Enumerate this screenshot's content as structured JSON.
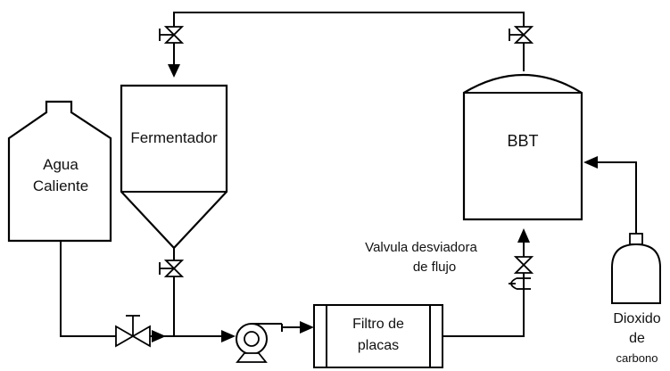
{
  "diagram": {
    "labels": {
      "hot_water_line1": "Agua",
      "hot_water_line2": "Caliente",
      "fermenter": "Fermentador",
      "bbt": "BBT",
      "diverter_line1": "Valvula desviadora",
      "diverter_line2": "de flujo",
      "filter_line1": "Filtro de",
      "filter_line2": "placas",
      "co2_line1": "Dioxido",
      "co2_line2": "de",
      "co2_line3": "carbono"
    }
  },
  "colors": {
    "stroke": "#000000",
    "background": "#ffffff"
  }
}
